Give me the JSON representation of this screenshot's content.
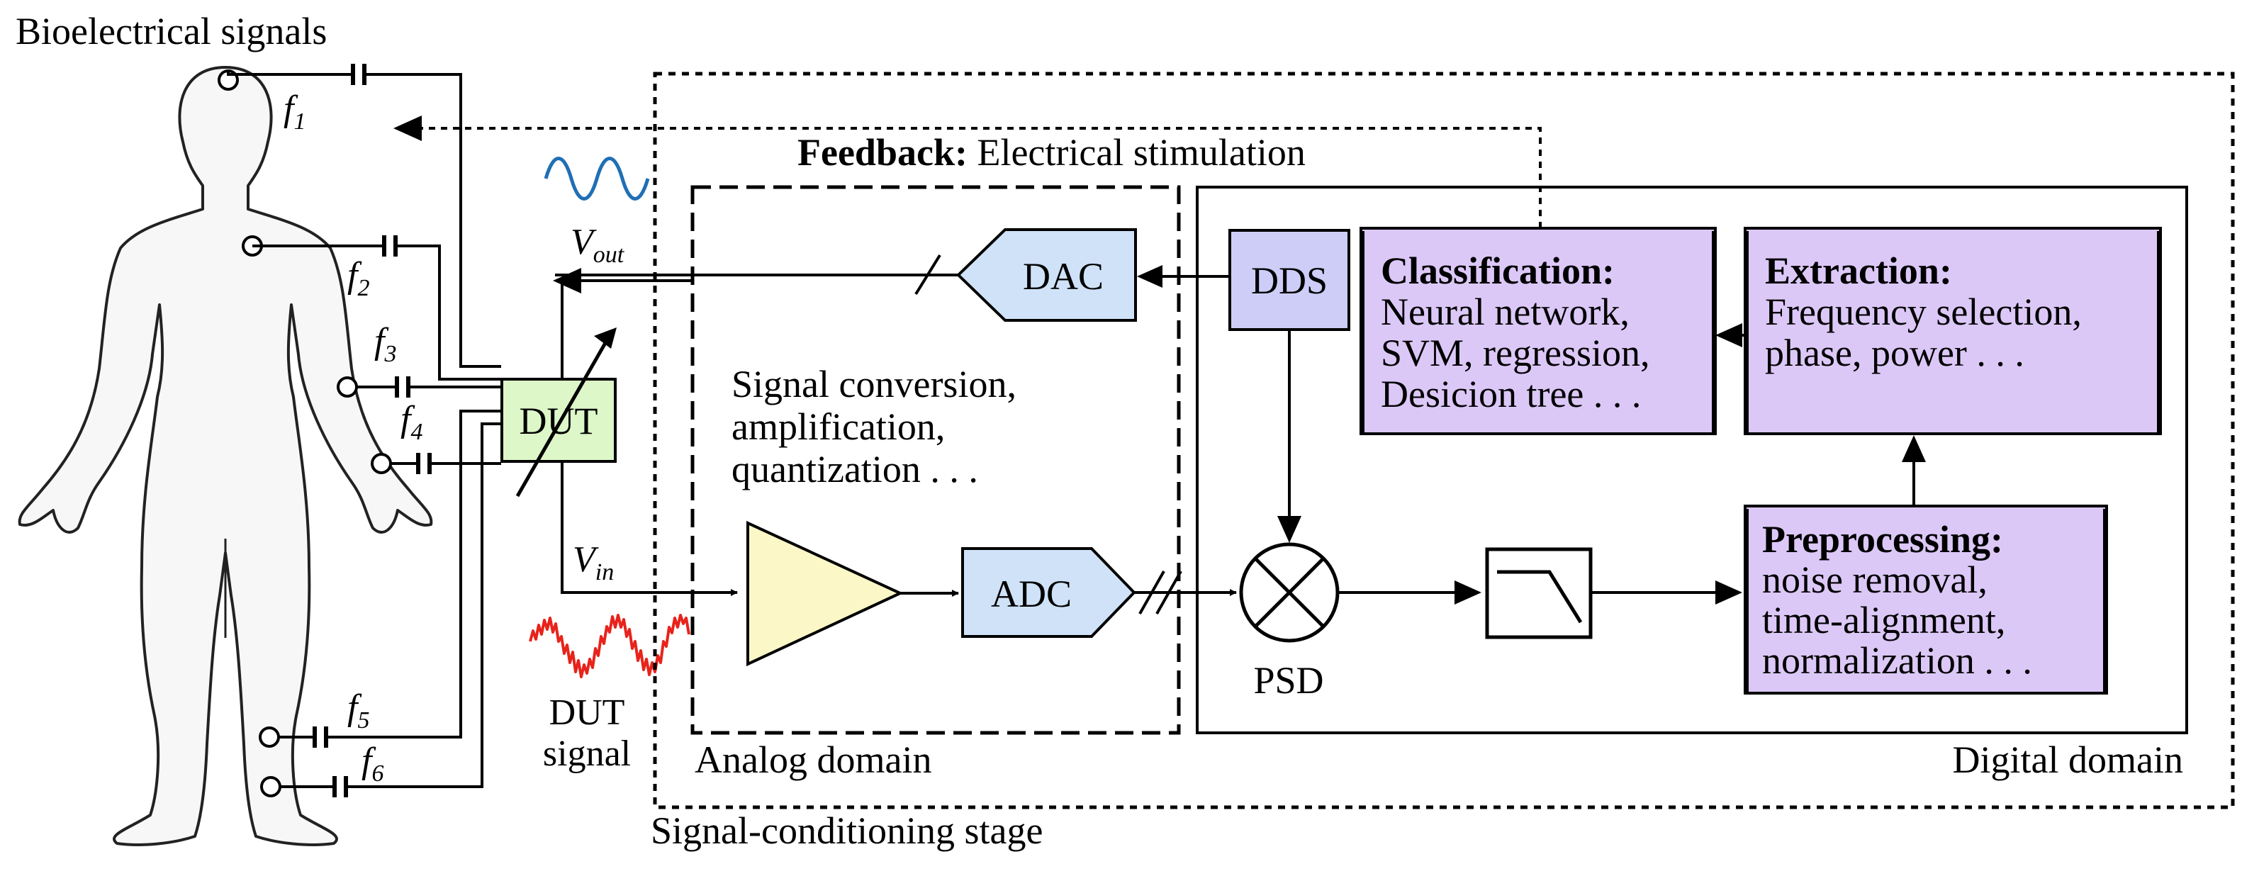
{
  "labels": {
    "bioelectrical": "Bioelectrical signals",
    "feedback_bold": "Feedback:",
    "feedback_rest": " Electrical stimulation",
    "signal_conditioning": "Signal-conditioning stage",
    "analog_domain": "Analog domain",
    "digital_domain": "Digital domain",
    "dut": "DUT",
    "dut_signal_1": "DUT",
    "dut_signal_2": "signal",
    "v_out_main": "V",
    "v_out_sub": "out",
    "v_in_main": "V",
    "v_in_sub": "in",
    "analog_desc": [
      "Signal conversion,",
      "amplification,",
      "quantization . . ."
    ],
    "psd": "PSD"
  },
  "electrodes": [
    {
      "f": "f",
      "sub": "1"
    },
    {
      "f": "f",
      "sub": "2"
    },
    {
      "f": "f",
      "sub": "3"
    },
    {
      "f": "f",
      "sub": "4"
    },
    {
      "f": "f",
      "sub": "5"
    },
    {
      "f": "f",
      "sub": "6"
    }
  ],
  "blocks": {
    "dac": "DAC",
    "adc": "ADC",
    "dds": "DDS",
    "classification": {
      "title": "Classification:",
      "lines": [
        "Neural network,",
        "SVM, regression,",
        "Desicion tree . . ."
      ]
    },
    "extraction": {
      "title": "Extraction:",
      "lines": [
        "Frequency selection,",
        "phase, power . . ."
      ]
    },
    "preprocessing": {
      "title": "Preprocessing:",
      "lines": [
        "noise removal,",
        "time-alignment,",
        "normalization . . ."
      ]
    }
  },
  "colors": {
    "dut_fill": "#ddf7c8",
    "amp_fill": "#fbf7c6",
    "converter_fill": "#cfe2f7",
    "dds_fill": "#cdcdf7",
    "digital_block_fill": "#dcc8f7",
    "vout_wave": "#1f6fb5",
    "dut_wave": "#e8231b"
  }
}
